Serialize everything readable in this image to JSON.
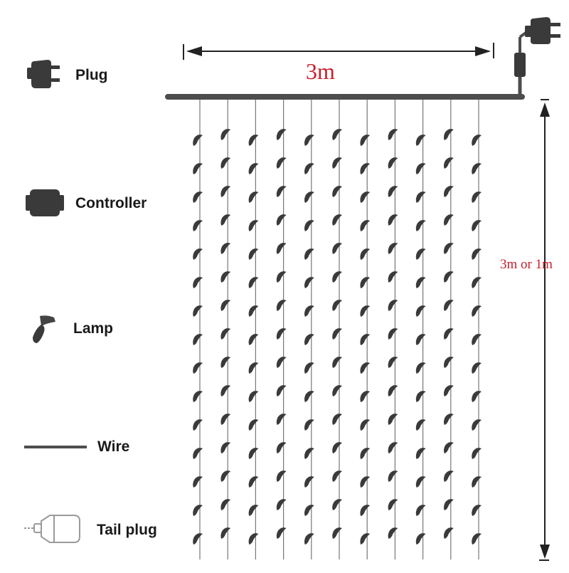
{
  "legend": {
    "plug": "Plug",
    "controller": "Controller",
    "lamp": "Lamp",
    "wire": "Wire",
    "tail_plug": "Tail plug"
  },
  "dimensions": {
    "width": "3m",
    "height": "3m or 1m"
  },
  "curtain": {
    "strands": 11,
    "lamps_per_strand": 15
  },
  "colors": {
    "wire": "#4d4d4d",
    "lamp": "#3a3a3a",
    "dimension_text": "#c8202a",
    "arrow": "#222222",
    "label": "#1a1a1a"
  },
  "icons": {
    "plug": "plug-icon",
    "controller": "controller-icon",
    "lamp": "lamp-icon",
    "wire": "wire-icon",
    "tail_plug": "tail-plug-icon"
  }
}
